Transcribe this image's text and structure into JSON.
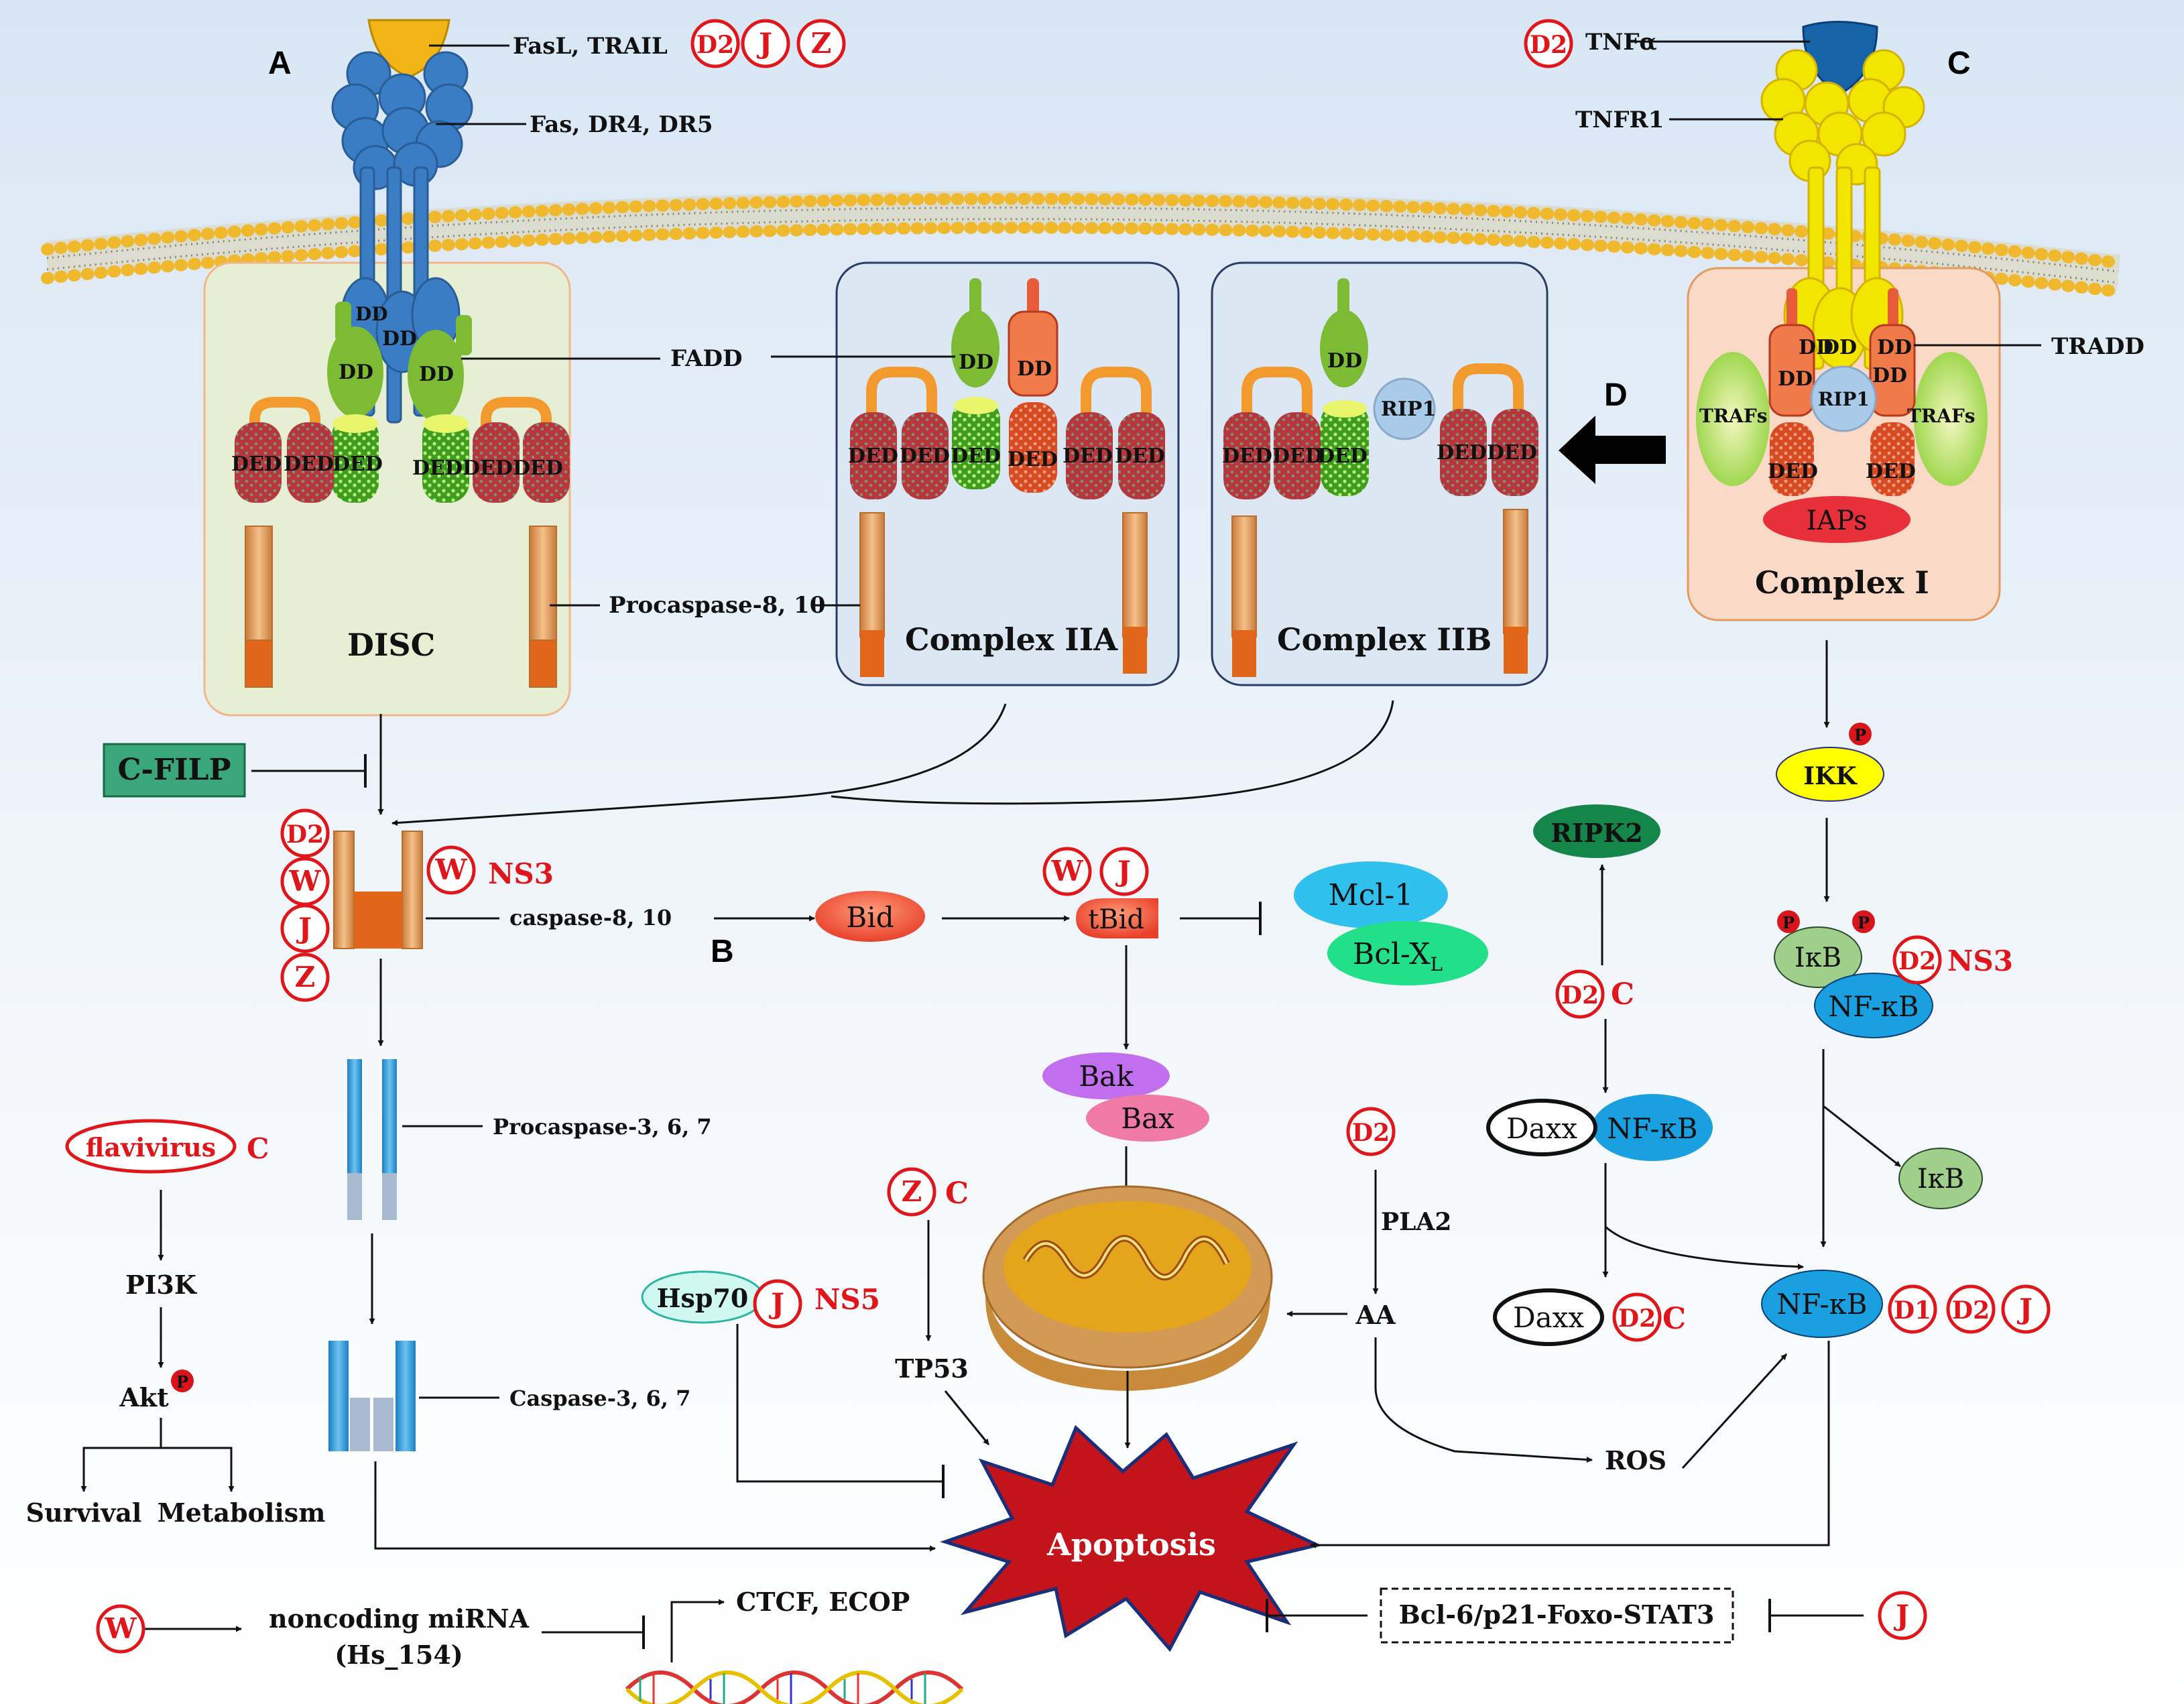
{
  "panels": {
    "a": "A",
    "b": "B",
    "c": "C",
    "d": "D"
  },
  "markers": {
    "d1": "D1",
    "d2": "D2",
    "w": "W",
    "j": "J",
    "z": "Z",
    "c": "C",
    "p": "P"
  },
  "labels": {
    "ligand_fas": "FasL, TRAIL",
    "receptor_fas": "Fas, DR4, DR5",
    "tnfa": "TNFα",
    "tnfr1": "TNFR1",
    "fadd": "FADD",
    "tradd": "TRADD",
    "dd": "DD",
    "ded": "DED",
    "rip1": "RIP1",
    "trafs": "TRAFs",
    "iaps": "IAPs",
    "procaspase_8": "Procaspase-8, 10",
    "disc": "DISC",
    "complex_iia": "Complex IIA",
    "complex_iib": "Complex IIB",
    "complex_i": "Complex I",
    "c_filp": "C-FILP",
    "ns3": "NS3",
    "ns5": "NS5",
    "caspase_8": "caspase-8, 10",
    "bid": "Bid",
    "tbid": "tBid",
    "mcl1": "Mcl-1",
    "bclxl": "Bcl-X",
    "bclxl_sub": "L",
    "bak": "Bak",
    "bax": "Bax",
    "procaspase_3": "Procaspase-3, 6, 7",
    "caspase_3": "Caspase-3, 6, 7",
    "flavivirus": "flavivirus",
    "pi3k": "PI3K",
    "akt": "Akt",
    "survival": "Survival",
    "metabolism": "Metabolism",
    "ikk": "IKK",
    "ikb": "IκB",
    "nfkb": "NF-κB",
    "ripk2": "RIPK2",
    "daxx": "Daxx",
    "pla2": "PLA2",
    "aa": "AA",
    "ros": "ROS",
    "tp53": "TP53",
    "hsp70": "Hsp70",
    "apoptosis": "Apoptosis",
    "mirna_1": "noncoding miRNA",
    "mirna_2": "(Hs_154)",
    "ctcf": "CTCF, ECOP",
    "bcl6": "Bcl-6/p21-Foxo-STAT3"
  },
  "colors": {
    "red": "#e0161b",
    "disc_bg": "#e6efd3",
    "complex2_bg": "#dbe7f3",
    "complex1_bg": "#fadac7",
    "receptor_blue": "#3a7dc4",
    "tnfr_yellow": "#f2e600",
    "membrane": "#f0b92d",
    "fadd_green": "#7dbb35",
    "ded_red": "#c0393e",
    "c_filp_bg": "#3aa77b",
    "ripk2_bg": "#15864a",
    "nfkb_blue": "#1aa0e0",
    "ikb_green": "#9fcf8a"
  }
}
